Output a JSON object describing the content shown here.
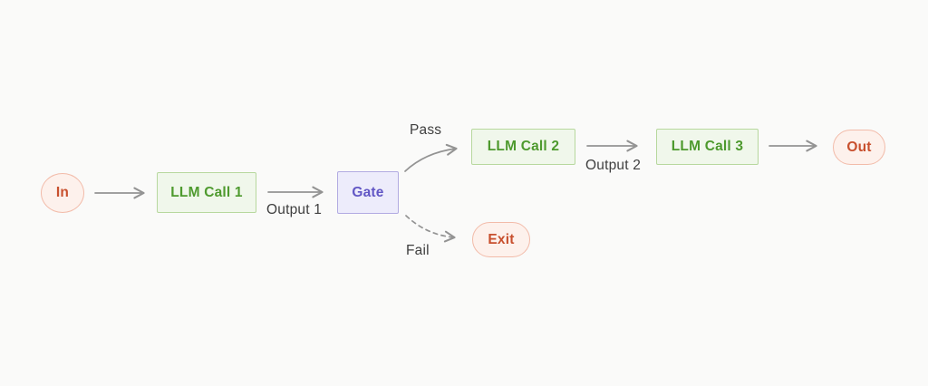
{
  "diagram_type": "flowchart",
  "nodes": {
    "in": {
      "label": "In",
      "shape": "ellipse",
      "style": "red"
    },
    "llm_call_1": {
      "label": "LLM Call 1",
      "shape": "rect",
      "style": "green"
    },
    "gate": {
      "label": "Gate",
      "shape": "rect",
      "style": "purple"
    },
    "llm_call_2": {
      "label": "LLM Call 2",
      "shape": "rect",
      "style": "green"
    },
    "llm_call_3": {
      "label": "LLM Call 3",
      "shape": "rect",
      "style": "green"
    },
    "out": {
      "label": "Out",
      "shape": "stadium",
      "style": "red"
    },
    "exit": {
      "label": "Exit",
      "shape": "stadium",
      "style": "red"
    }
  },
  "edges": [
    {
      "from": "in",
      "to": "llm_call_1",
      "label": "",
      "line": "solid"
    },
    {
      "from": "llm_call_1",
      "to": "gate",
      "label": "Output 1",
      "line": "solid"
    },
    {
      "from": "gate",
      "to": "llm_call_2",
      "label": "Pass",
      "line": "solid-curved"
    },
    {
      "from": "gate",
      "to": "exit",
      "label": "Fail",
      "line": "dashed-curved"
    },
    {
      "from": "llm_call_2",
      "to": "llm_call_3",
      "label": "Output 2",
      "line": "solid"
    },
    {
      "from": "llm_call_3",
      "to": "out",
      "label": "",
      "line": "solid"
    }
  ],
  "edge_labels": {
    "output_1": "Output 1",
    "pass": "Pass",
    "fail": "Fail",
    "output_2": "Output 2"
  },
  "colors": {
    "background": "#fafaf9",
    "green_fill": "#f0f7eb",
    "green_border": "#b7d89e",
    "green_text": "#4e9a2e",
    "purple_fill": "#edecfb",
    "purple_border": "#b2abe2",
    "purple_text": "#6257c5",
    "red_fill": "#fdf1ec",
    "red_border": "#f2bba9",
    "red_text": "#c8502e",
    "arrow": "#939393",
    "label_text": "#3f3f3f"
  }
}
